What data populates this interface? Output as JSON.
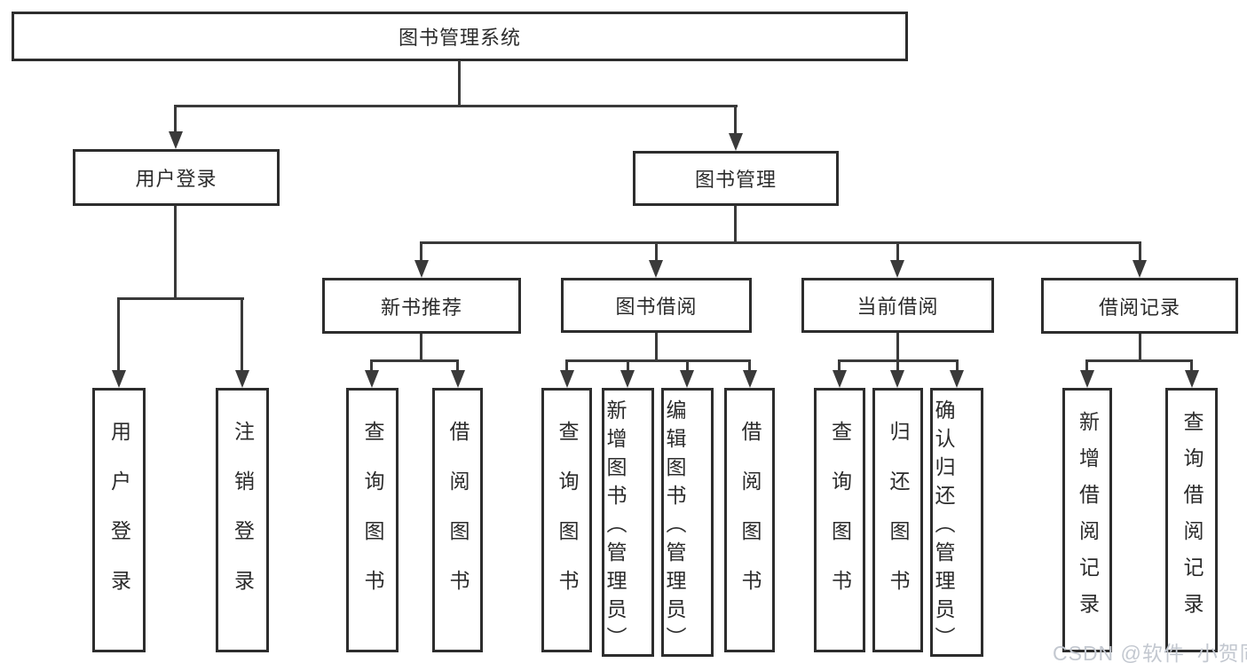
{
  "colors": {
    "background": "#ffffff",
    "line": "#3a3a3a",
    "box_border": "#2d2d2d",
    "text": "#2b2b2b",
    "watermark": "#c3c8d0"
  },
  "watermark": {
    "text": "CSDN @软件_小贺同学"
  },
  "tree": {
    "root": {
      "label": "图书管理系统"
    },
    "level2": [
      {
        "label": "用户登录"
      },
      {
        "label": "图书管理"
      }
    ],
    "level3": [
      {
        "label": "新书推荐"
      },
      {
        "label": "图书借阅"
      },
      {
        "label": "当前借阅"
      },
      {
        "label": "借阅记录"
      }
    ],
    "leaves": {
      "user_login": [
        {
          "label": "用户登录"
        },
        {
          "label": "注销登录"
        }
      ],
      "new_book": [
        {
          "label": "查询图书"
        },
        {
          "label": "借阅图书"
        }
      ],
      "book_borrow": [
        {
          "label": "查询图书"
        },
        {
          "label": "新增图书（管理员）"
        },
        {
          "label": "编辑图书（管理员）"
        },
        {
          "label": "借阅图书"
        }
      ],
      "current_borrow": [
        {
          "label": "查询图书"
        },
        {
          "label": "归还图书"
        },
        {
          "label": "确认归还（管理员）"
        }
      ],
      "borrow_record": [
        {
          "label": "新增借阅记录"
        },
        {
          "label": "查询借阅记录"
        }
      ]
    }
  }
}
